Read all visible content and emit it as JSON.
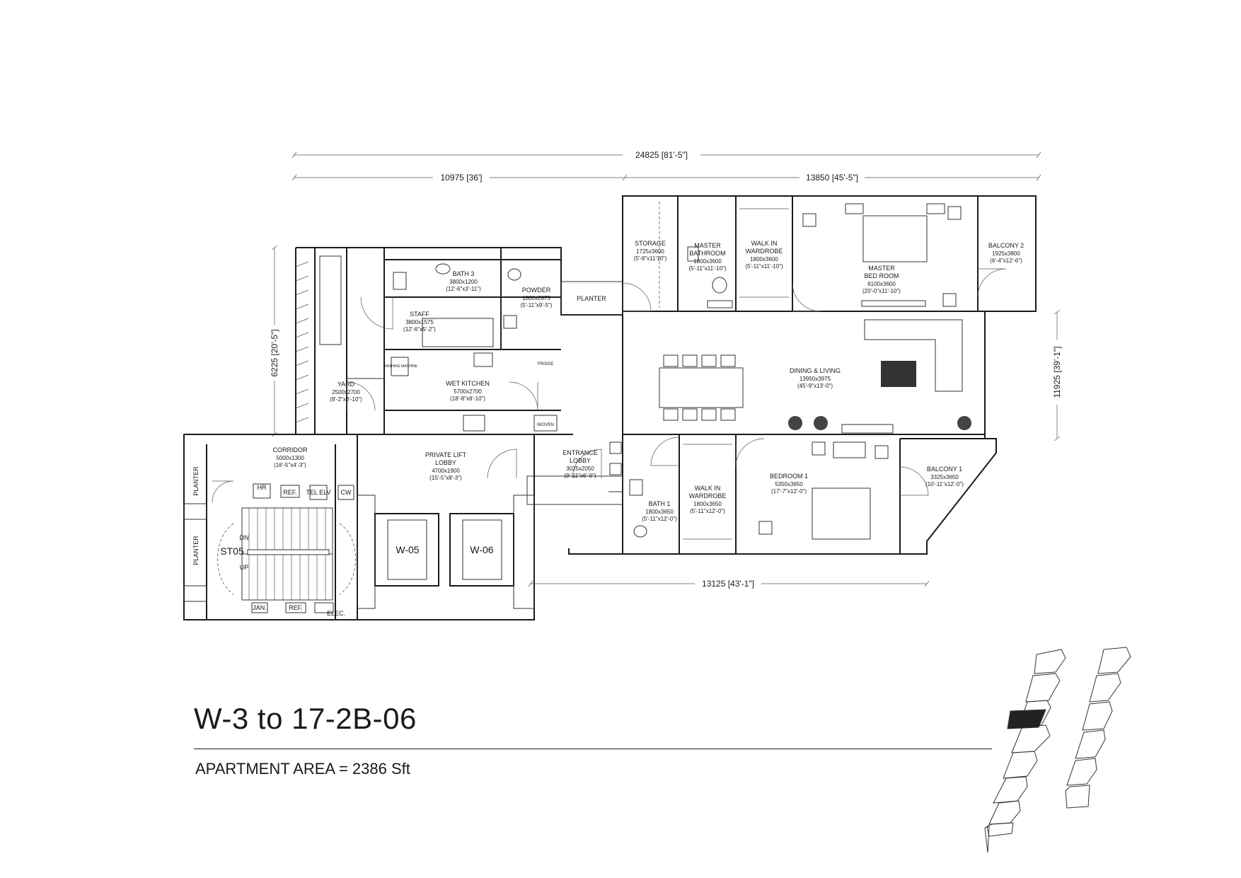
{
  "title": "W-3 to 17-2B-06",
  "apartment_area": {
    "label": "APARTMENT AREA",
    "value": "2386 Sft"
  },
  "dimensions": {
    "overall_width": "24825 [81'-5\"]",
    "left_width": "10975 [36']",
    "right_width": "13850 [45'-5\"]",
    "left_height": "6225 [20'-5\"]",
    "right_height": "11925 [39'-1\"]",
    "bottom_width": "13125 [43'-1\"]"
  },
  "rooms": {
    "storage": {
      "name": "STORAGE",
      "size": "1725x3600",
      "imperial": "(5'-8\"x11'10\")"
    },
    "master_bathroom": {
      "name1": "MASTER",
      "name2": "BATHROOM",
      "size": "1800x3600",
      "imperial": "(5'-11\"x11'-10\")"
    },
    "walkin_master": {
      "name1": "WALK IN",
      "name2": "WARDROBE",
      "size": "1800x3600",
      "imperial": "(5'-11\"x11'-10\")"
    },
    "master_bedroom": {
      "name1": "MASTER",
      "name2": "BED ROOM",
      "size": "6100x3600",
      "imperial": "(20'-0\"x11'-10\")"
    },
    "balcony2": {
      "name": "BALCONY 2",
      "size": "1925x3800",
      "imperial": "(6'-4\"x12'-6\")"
    },
    "bath3": {
      "name": "BATH 3",
      "size": "3800x1200",
      "imperial": "(12'-6\"x3'-11\")"
    },
    "powder": {
      "name": "POWDER",
      "size": "1800x2875",
      "imperial": "(5'-11\"x9'-5\")"
    },
    "staff": {
      "name": "STAFF",
      "size": "3800x1575",
      "imperial": "(12'-6\"x5'-2\")"
    },
    "wet_kitchen": {
      "name": "WET KITCHEN",
      "size": "5700x2700",
      "imperial": "(18'-8\"x8'-10\")"
    },
    "yard": {
      "name": "YARD",
      "size": "2500x2700",
      "imperial": "(8'-2\"x8'-10\")"
    },
    "dining_living": {
      "name": "DINING & LIVING",
      "size": "13950x3975",
      "imperial": "(45'-9\"x13'-0\")"
    },
    "corridor": {
      "name": "CORRIDOR",
      "size": "5000x1300",
      "imperial": "(16'-5\"x4'-3\")"
    },
    "private_lift_lobby": {
      "name1": "PRIVATE LIFT",
      "name2": "LOBBY",
      "size": "4700x1900",
      "imperial": "(15'-5\"x8'-3\")"
    },
    "entrance_lobby": {
      "name1": "ENTRANCE",
      "name2": "LOBBY",
      "size": "3025x2050",
      "imperial": "(9'-11\"x6'-9\")"
    },
    "bath1": {
      "name": "BATH 1",
      "size": "1800x3650",
      "imperial": "(5'-11\"x12'-0\")"
    },
    "walkin_bed1": {
      "name1": "WALK IN",
      "name2": "WARDROBE",
      "size": "1800x3650",
      "imperial": "(5'-11\"x12'-0\")"
    },
    "bedroom1": {
      "name": "BEDROOM 1",
      "size": "5350x3650",
      "imperial": "(17'-7\"x12'-0\")"
    },
    "balcony1": {
      "name": "BALCONY 1",
      "size": "3325x3650",
      "imperial": "(10'-11\"x12'-0\")"
    }
  },
  "labels": {
    "planter_top": "PLANTER",
    "planter_left_1": "PLANTER",
    "planter_left_2": "PLANTER",
    "lift_a": "W-05",
    "lift_b": "W-06",
    "stair": "ST05",
    "dn": "DN",
    "up": "UP",
    "hr": "HR",
    "ref_top": "REF.",
    "tel_elv": "TEL ELV",
    "cw": "CW",
    "jan": "JAN.",
    "ref_bottom": "REF.",
    "elec": "ELEC.",
    "fridge": "FRIDGE",
    "washing": "WASHING MACHINE",
    "oven": "M/OVEN"
  }
}
